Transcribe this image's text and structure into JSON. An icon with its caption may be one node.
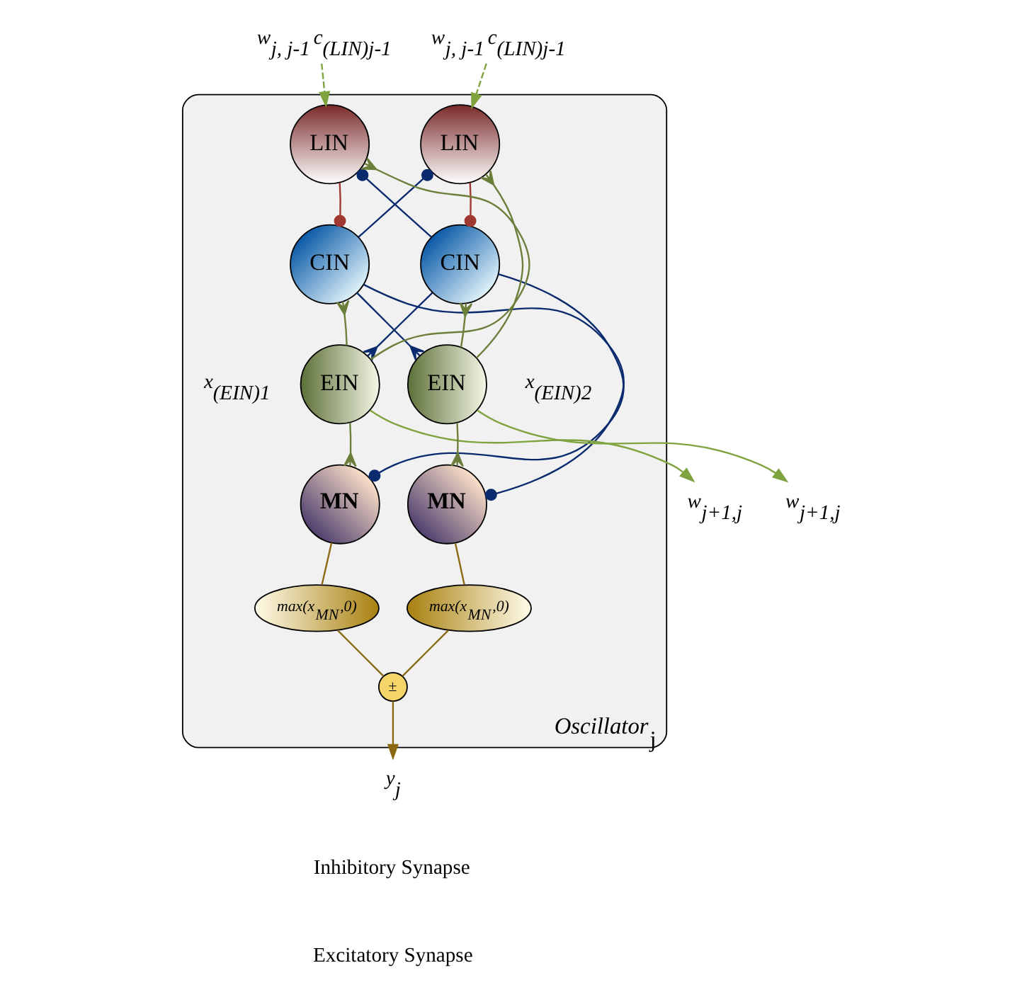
{
  "diagram": {
    "nodes": [
      {
        "text": [
          "*Oscillator*$_{j}$"
        ]
      },
      {
        "text": [
          "w$_{j, j-1}$ c$_{(LIN)j-1}$"
        ]
      },
      {
        "text": [
          "w$_{j, j-1}$ c$_{(LIN)j-1}$"
        ]
      },
      {
        "text": [
          "LIN"
        ],
        "in": 0
      },
      {
        "text": [
          "LIN"
        ],
        "in": 0
      },
      {
        "text": [
          "CIN"
        ],
        "in": 0
      },
      {
        "text": [
          "CIN"
        ],
        "in": 0
      },
      {
        "text": [
          "EIN"
        ],
        "in": 0,
        "beside": [
          "x$_{(EIN)1}$"
        ]
      },
      {
        "text": [
          "EIN"
        ],
        "in": 0,
        "beside": [
          "x$_{(EIN)2}$"
        ]
      },
      {
        "text": [
          "MN"
        ],
        "in": 0
      },
      {
        "text": [
          "MN"
        ],
        "in": 0
      },
      {
        "text": [
          "max(x$_{MN}$,0)"
        ],
        "in": 0
      },
      {
        "text": [
          "max(x$_{MN}$,0)"
        ],
        "in": 0
      },
      {
        "text": [
          "±"
        ],
        "in": 0
      },
      {
        "text": [
          "y$_{j}$"
        ]
      },
      {
        "text": [
          "w$_{j+1,j}$"
        ]
      },
      {
        "text": [
          "w$_{j+1,j}$"
        ]
      }
    ],
    "edges": [
      {
        "from": 1,
        "to": 3,
        "arrow": "to",
        "style": "dashed",
        "color": "#7ea33f"
      },
      {
        "from": 2,
        "to": 4,
        "arrow": "to",
        "style": "dashed",
        "color": "#7ea33f"
      },
      {
        "from": 3,
        "to": 5,
        "arrow": "other",
        "color": "#a0392f"
      },
      {
        "from": 4,
        "to": 6,
        "arrow": "other",
        "color": "#a0392f"
      },
      {
        "from": 7,
        "to": 3,
        "arrow": "other",
        "color": "#6b7f3a"
      },
      {
        "from": 8,
        "to": 4,
        "arrow": "other",
        "color": "#6b7f3a"
      },
      {
        "from": 7,
        "to": 5,
        "arrow": "other",
        "color": "#6b7f3a"
      },
      {
        "from": 8,
        "to": 6,
        "arrow": "other",
        "color": "#6b7f3a"
      },
      {
        "from": 6,
        "to": 3,
        "arrow": "other",
        "color": "#0a2a6e"
      },
      {
        "from": 5,
        "to": 4,
        "arrow": "other",
        "color": "#0a2a6e"
      },
      {
        "from": 6,
        "to": 7,
        "arrow": "other",
        "color": "#0a2a6e"
      },
      {
        "from": 5,
        "to": 8,
        "arrow": "other",
        "color": "#0a2a6e"
      },
      {
        "from": 6,
        "to": 9,
        "arrow": "other",
        "color": "#0a2a6e"
      },
      {
        "from": 5,
        "to": 10,
        "arrow": "other",
        "color": "#0a2a6e"
      },
      {
        "from": 7,
        "to": 9,
        "arrow": "other",
        "color": "#6b7f3a"
      },
      {
        "from": 8,
        "to": 10,
        "arrow": "other",
        "color": "#6b7f3a"
      },
      {
        "from": 9,
        "to": 11,
        "arrow": "none",
        "color": "#8b6914"
      },
      {
        "from": 10,
        "to": 12,
        "arrow": "none",
        "color": "#8b6914"
      },
      {
        "from": 11,
        "to": 13,
        "arrow": "none",
        "color": "#8b6914"
      },
      {
        "from": 12,
        "to": 13,
        "arrow": "none",
        "color": "#8b6914"
      },
      {
        "from": 13,
        "to": 14,
        "arrow": "to",
        "color": "#8b6914"
      },
      {
        "from": 7,
        "to": 15,
        "arrow": "to",
        "color": "#7ea33f"
      },
      {
        "from": 8,
        "to": 16,
        "arrow": "to",
        "color": "#7ea33f"
      }
    ],
    "legend": [
      {
        "text": "Inhibitory Synapse"
      },
      {
        "text": "Excitatory Synapse"
      }
    ]
  }
}
